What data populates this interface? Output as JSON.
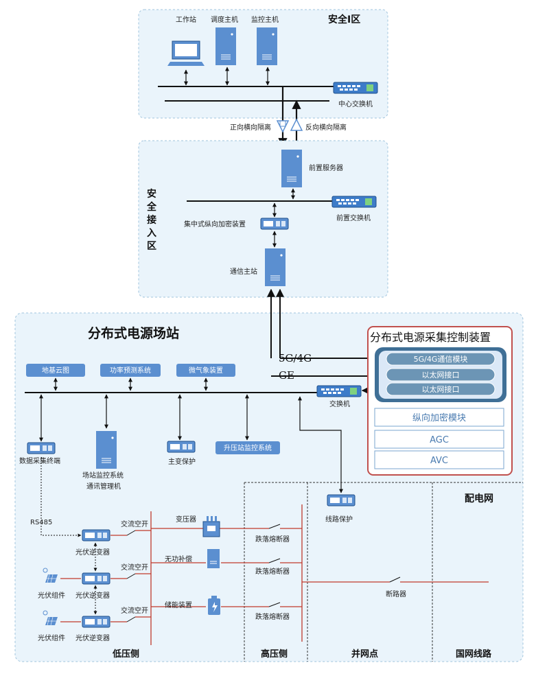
{
  "zone1": {
    "title": "安全Ⅰ区",
    "workstation": "工作站",
    "dispatch_host": "调度主机",
    "monitor_host": "监控主机",
    "center_switch": "中心交换机",
    "forward_isolation": "正向横向隔离",
    "reverse_isolation": "反向横向隔离"
  },
  "zone_access": {
    "title_chars": [
      "安",
      "全",
      "接",
      "入",
      "区"
    ],
    "front_server": "前置服务器",
    "front_switch": "前置交换机",
    "vertical_encryption": "集中式纵向加密装置",
    "comm_host": "通信主站"
  },
  "station": {
    "title": "分布式电源场站",
    "ground_cloud": "地基云图",
    "power_forecast": "功率预测系统",
    "micro_weather": "微气象装置",
    "switch": "交换机",
    "data_terminal": "数据采集终端",
    "station_monitor": "场站监控系统",
    "comm_manager": "通讯管理机",
    "main_protection": "主变保护",
    "booster_monitor": "升压站监控系统",
    "link_5g": "5G/4G",
    "link_ge": "GE"
  },
  "device": {
    "title": "分布式电源采集控制装置",
    "modules": [
      "5G/4G通信模块",
      "以太网接口",
      "以太网接口"
    ],
    "blocks": [
      "纵向加密模块",
      "AGC",
      "AVC"
    ]
  },
  "lowside": {
    "rs485": "RS485",
    "inverter": "光伏逆变器",
    "pv_module": "光伏组件",
    "ac_breaker": "交流空开",
    "transformer": "变压器",
    "reactive_comp": "无功补偿",
    "storage": "储能装置",
    "dropout_fuse": "跌落熔断器",
    "line_protection": "线路保护",
    "circuit_breaker": "断路器",
    "distribution_network": "配电网"
  },
  "sections": [
    "低压侧",
    "高压侧",
    "并网点",
    "国网线路"
  ],
  "colors": {
    "blue": "#5b8fd0",
    "panel_bg": "#eaf4fb",
    "border": "#9fc3dc",
    "red": "#c0392b",
    "device_border": "#c0504d"
  }
}
